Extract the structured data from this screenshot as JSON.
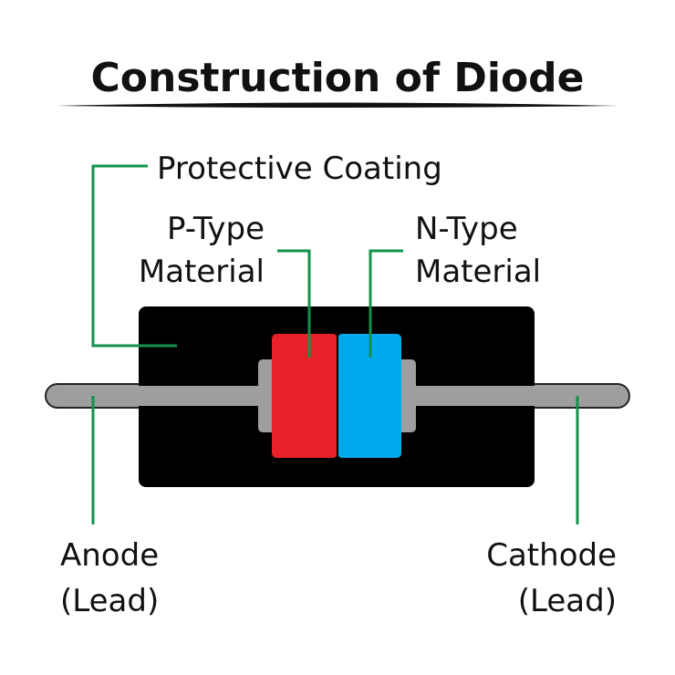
{
  "title": "Construction of Diode",
  "labels": {
    "protective_coating": "Protective Coating",
    "p_type_line1": "P-Type",
    "p_type_line2": "Material",
    "n_type_line1": "N-Type",
    "n_type_line2": "Material",
    "anode_line1": "Anode",
    "anode_line2": "(Lead)",
    "cathode_line1": "Cathode",
    "cathode_line2": "(Lead)"
  },
  "colors": {
    "text": "#111111",
    "leader_line": "#12924a",
    "coating": "#000000",
    "lead": "#9e9e9e",
    "lead_stroke": "#222222",
    "p_type": "#e82027",
    "n_type": "#00a8ec"
  }
}
